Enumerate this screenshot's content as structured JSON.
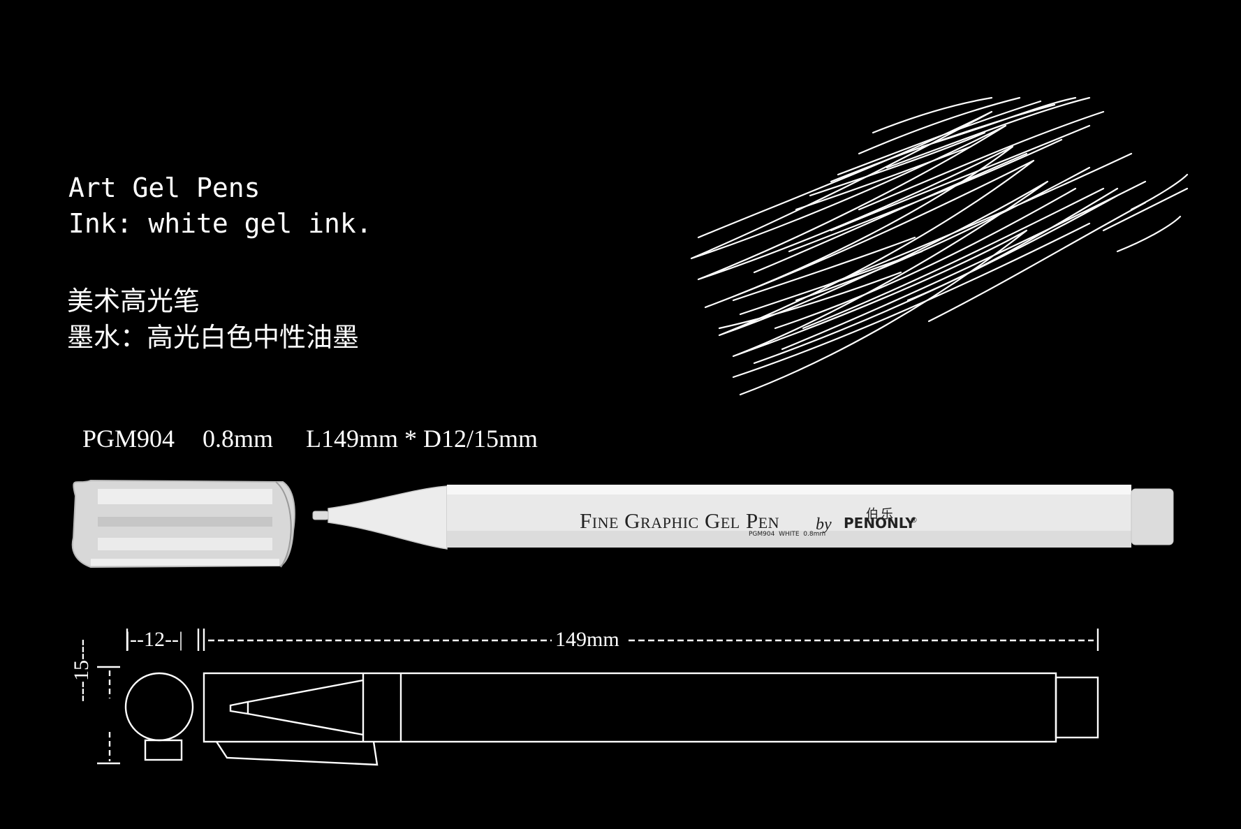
{
  "heading": {
    "en_title": "Art Gel Pens",
    "en_ink": "Ink: white gel ink.",
    "cn_title": "美术高光笔",
    "cn_ink": "墨水：高光白色中性油墨"
  },
  "specs": {
    "model": "PGM904",
    "tip": "0.8mm",
    "size": "L149mm * D12/15mm"
  },
  "pen_print": {
    "product_name": "Fine Graphic Gel Pen",
    "by": "by",
    "brand": "PENONLY",
    "brand_cn": "伯乐",
    "registered": "®",
    "sub_label": "PGM904  WHITE  0.8mm"
  },
  "dimensions": {
    "width_label": "|--12--|",
    "length_label": "149mm",
    "diameter_label": "---15---"
  },
  "colors": {
    "background": "#000000",
    "foreground": "#ffffff",
    "pen_body": "#e9e9e9",
    "pen_print": "#222222"
  }
}
